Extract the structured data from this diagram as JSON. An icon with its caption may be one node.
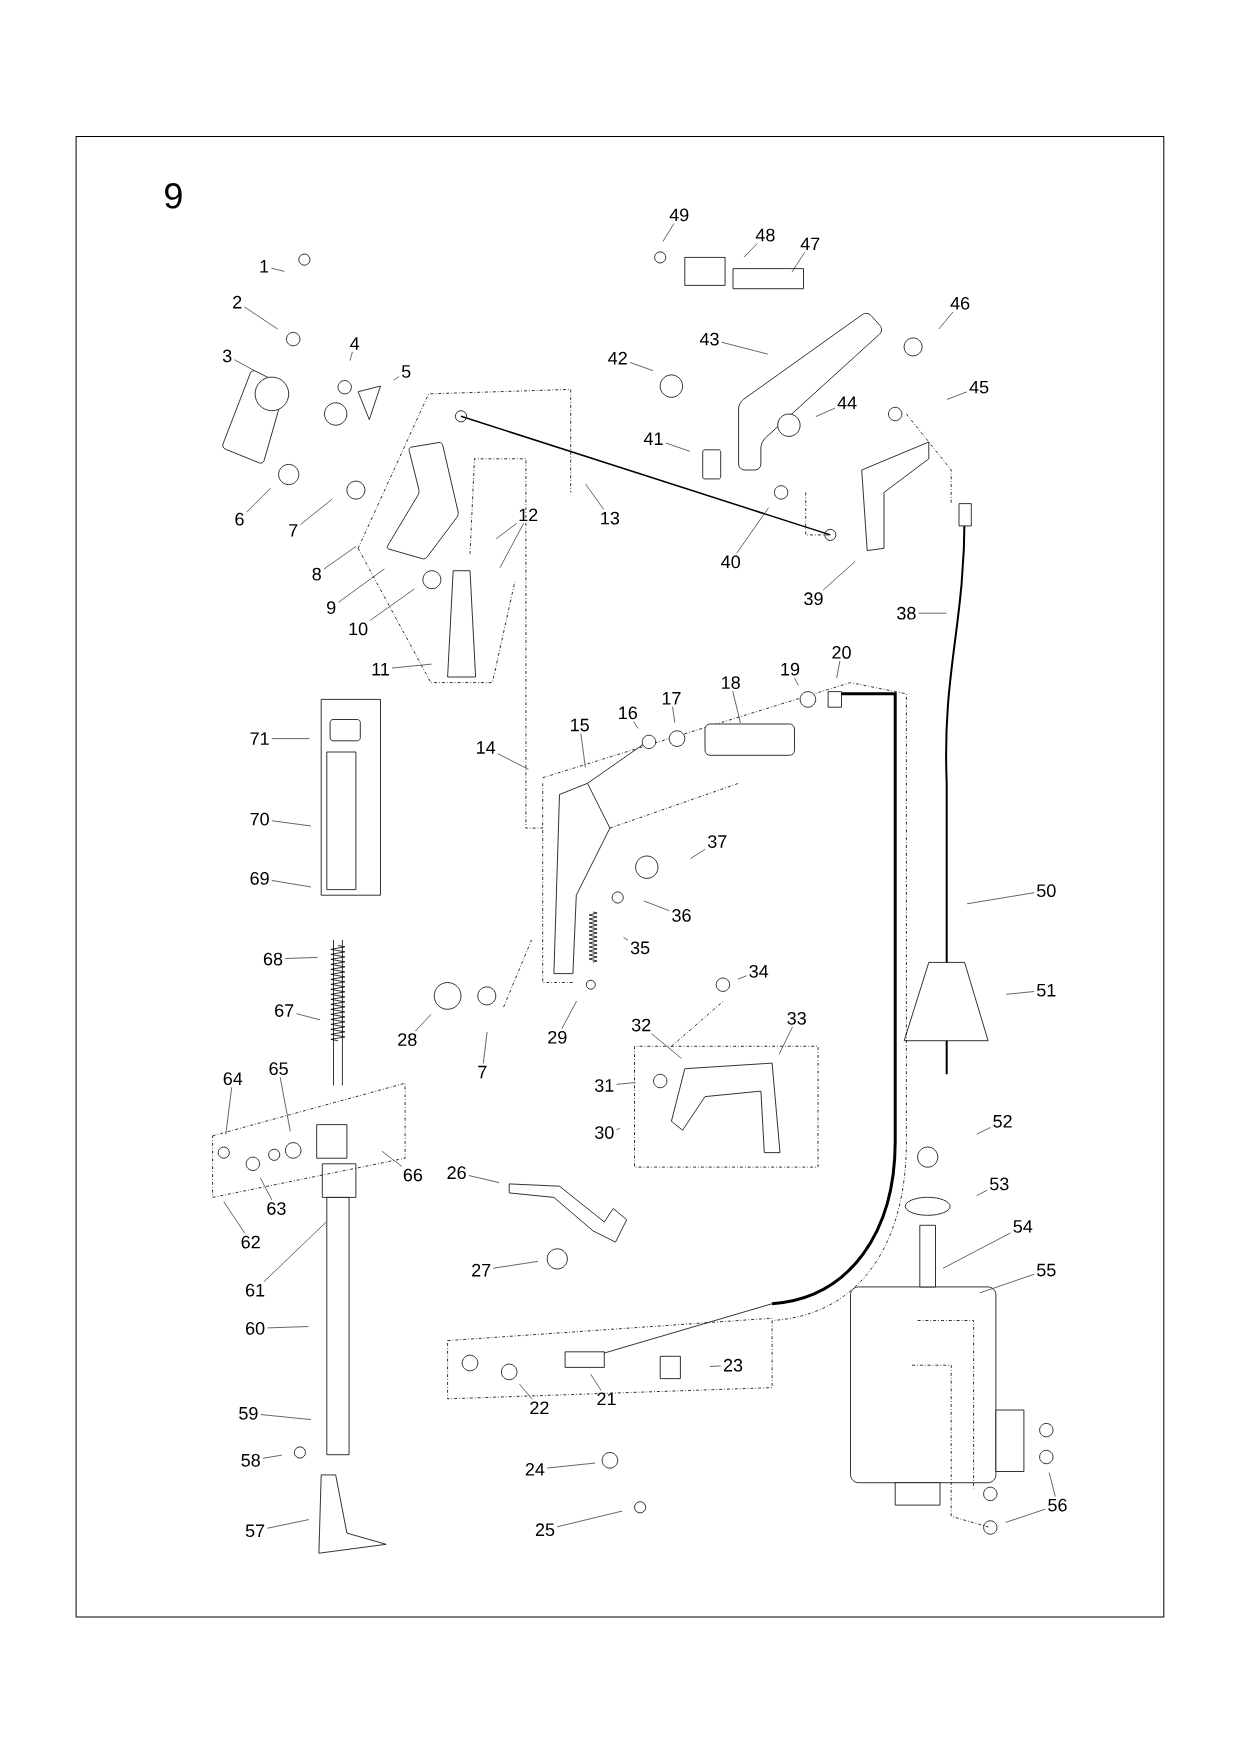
{
  "diagram": {
    "nodes": [
      {
        "text": [
          "1"
        ]
      },
      {
        "text": [
          "2"
        ]
      },
      {
        "text": [
          "3"
        ]
      },
      {
        "text": [
          "4"
        ]
      },
      {
        "text": [
          "5"
        ]
      },
      {
        "text": [
          "6"
        ]
      },
      {
        "text": [
          "7"
        ]
      },
      {
        "text": [
          "8"
        ]
      },
      {
        "text": [
          "9"
        ]
      },
      {
        "text": [
          "10"
        ]
      },
      {
        "text": [
          "11"
        ]
      },
      {
        "text": [
          "12"
        ]
      },
      {
        "text": [
          "13"
        ]
      },
      {
        "text": [
          "14"
        ]
      },
      {
        "text": [
          "15"
        ]
      },
      {
        "text": [
          "16"
        ]
      },
      {
        "text": [
          "17"
        ]
      },
      {
        "text": [
          "18"
        ]
      },
      {
        "text": [
          "19"
        ]
      },
      {
        "text": [
          "20"
        ]
      },
      {
        "text": [
          "21"
        ]
      },
      {
        "text": [
          "22"
        ]
      },
      {
        "text": [
          "23"
        ]
      },
      {
        "text": [
          "24"
        ]
      },
      {
        "text": [
          "25"
        ]
      },
      {
        "text": [
          "26"
        ]
      },
      {
        "text": [
          "27"
        ]
      },
      {
        "text": [
          "28"
        ]
      },
      {
        "text": [
          "29"
        ]
      },
      {
        "text": [
          "30"
        ]
      },
      {
        "text": [
          "31"
        ]
      },
      {
        "text": [
          "32"
        ]
      },
      {
        "text": [
          "33"
        ]
      },
      {
        "text": [
          "34"
        ]
      },
      {
        "text": [
          "35"
        ]
      },
      {
        "text": [
          "36"
        ]
      },
      {
        "text": [
          "37"
        ]
      },
      {
        "text": [
          "38"
        ]
      },
      {
        "text": [
          "39"
        ]
      },
      {
        "text": [
          "40"
        ]
      },
      {
        "text": [
          "41"
        ]
      },
      {
        "text": [
          "42"
        ]
      },
      {
        "text": [
          "43"
        ]
      },
      {
        "text": [
          "44"
        ]
      },
      {
        "text": [
          "45"
        ]
      },
      {
        "text": [
          "46"
        ]
      },
      {
        "text": [
          "47"
        ]
      },
      {
        "text": [
          "48"
        ]
      },
      {
        "text": [
          "49"
        ]
      },
      {
        "text": [
          "50"
        ]
      },
      {
        "text": [
          "51"
        ]
      },
      {
        "text": [
          "52"
        ]
      },
      {
        "text": [
          "53"
        ]
      },
      {
        "text": [
          "54"
        ]
      },
      {
        "text": [
          "55"
        ]
      },
      {
        "text": [
          "56"
        ]
      },
      {
        "text": [
          "57"
        ]
      },
      {
        "text": [
          "58"
        ]
      },
      {
        "text": [
          "59"
        ]
      },
      {
        "text": [
          "60"
        ]
      },
      {
        "text": [
          "61"
        ]
      },
      {
        "text": [
          "62"
        ]
      },
      {
        "text": [
          "63"
        ]
      },
      {
        "text": [
          "64"
        ]
      },
      {
        "text": [
          "65"
        ]
      },
      {
        "text": [
          "66"
        ]
      },
      {
        "text": [
          "67"
        ]
      },
      {
        "text": [
          "68"
        ]
      },
      {
        "text": [
          "69"
        ]
      },
      {
        "text": [
          "70"
        ]
      },
      {
        "text": [
          "71"
        ]
      },
      {
        "text": [
          "7"
        ]
      }
    ],
    "edges": [
      {
        "from": 0,
        "to": null,
        "arrow": "none"
      },
      {
        "from": 1,
        "to": null,
        "arrow": "none"
      },
      {
        "from": 2,
        "to": null,
        "arrow": "none"
      },
      {
        "from": 3,
        "to": null,
        "arrow": "none"
      },
      {
        "from": 4,
        "to": null,
        "arrow": "none"
      },
      {
        "from": 5,
        "to": null,
        "arrow": "none"
      },
      {
        "from": 6,
        "to": null,
        "arrow": "none"
      },
      {
        "from": 7,
        "to": null,
        "arrow": "none"
      },
      {
        "from": 8,
        "to": null,
        "arrow": "none"
      },
      {
        "from": 9,
        "to": null,
        "arrow": "none"
      },
      {
        "from": 10,
        "to": null,
        "arrow": "none"
      },
      {
        "from": 11,
        "to": null,
        "arrow": "none"
      },
      {
        "from": 11,
        "to": null,
        "arrow": "none"
      },
      {
        "from": 12,
        "to": null,
        "arrow": "none"
      },
      {
        "from": 13,
        "to": null,
        "arrow": "none"
      },
      {
        "from": 14,
        "to": null,
        "arrow": "none"
      },
      {
        "from": 15,
        "to": null,
        "arrow": "none"
      },
      {
        "from": 16,
        "to": null,
        "arrow": "none"
      },
      {
        "from": 17,
        "to": null,
        "arrow": "none"
      },
      {
        "from": 18,
        "to": null,
        "arrow": "none"
      },
      {
        "from": 19,
        "to": null,
        "arrow": "none"
      },
      {
        "from": 20,
        "to": null,
        "arrow": "none"
      },
      {
        "from": 21,
        "to": null,
        "arrow": "none"
      },
      {
        "from": 22,
        "to": null,
        "arrow": "none"
      },
      {
        "from": 23,
        "to": null,
        "arrow": "none"
      },
      {
        "from": 24,
        "to": null,
        "arrow": "none"
      },
      {
        "from": 25,
        "to": null,
        "arrow": "none"
      },
      {
        "from": 26,
        "to": null,
        "arrow": "none"
      },
      {
        "from": 27,
        "to": null,
        "arrow": "none"
      },
      {
        "from": 28,
        "to": null,
        "arrow": "none"
      },
      {
        "from": 29,
        "to": null,
        "arrow": "none"
      },
      {
        "from": 30,
        "to": null,
        "arrow": "none"
      },
      {
        "from": 31,
        "to": null,
        "arrow": "none"
      },
      {
        "from": 32,
        "to": null,
        "arrow": "none"
      },
      {
        "from": 33,
        "to": null,
        "arrow": "none"
      },
      {
        "from": 34,
        "to": null,
        "arrow": "none"
      },
      {
        "from": 35,
        "to": null,
        "arrow": "none"
      },
      {
        "from": 36,
        "to": null,
        "arrow": "none"
      },
      {
        "from": 37,
        "to": null,
        "arrow": "none"
      },
      {
        "from": 38,
        "to": null,
        "arrow": "none"
      },
      {
        "from": 39,
        "to": null,
        "arrow": "none"
      },
      {
        "from": 40,
        "to": null,
        "arrow": "none"
      },
      {
        "from": 41,
        "to": null,
        "arrow": "none"
      },
      {
        "from": 42,
        "to": null,
        "arrow": "none"
      },
      {
        "from": 43,
        "to": null,
        "arrow": "none"
      },
      {
        "from": 44,
        "to": null,
        "arrow": "none"
      },
      {
        "from": 45,
        "to": null,
        "arrow": "none"
      },
      {
        "from": 46,
        "to": null,
        "arrow": "none"
      },
      {
        "from": 47,
        "to": null,
        "arrow": "none"
      },
      {
        "from": 48,
        "to": null,
        "arrow": "none"
      },
      {
        "from": 49,
        "to": null,
        "arrow": "none"
      },
      {
        "from": 50,
        "to": null,
        "arrow": "none"
      },
      {
        "from": 51,
        "to": null,
        "arrow": "none"
      },
      {
        "from": 52,
        "to": null,
        "arrow": "none"
      },
      {
        "from": 53,
        "to": null,
        "arrow": "none"
      },
      {
        "from": 54,
        "to": null,
        "arrow": "none"
      },
      {
        "from": 55,
        "to": null,
        "arrow": "none"
      },
      {
        "from": 55,
        "to": null,
        "arrow": "none"
      },
      {
        "from": 56,
        "to": null,
        "arrow": "none"
      },
      {
        "from": 57,
        "to": null,
        "arrow": "none"
      },
      {
        "from": 58,
        "to": null,
        "arrow": "none"
      },
      {
        "from": 59,
        "to": null,
        "arrow": "none"
      },
      {
        "from": 60,
        "to": null,
        "arrow": "none"
      },
      {
        "from": 61,
        "to": null,
        "arrow": "none"
      },
      {
        "from": 62,
        "to": null,
        "arrow": "none"
      },
      {
        "from": 63,
        "to": null,
        "arrow": "none"
      },
      {
        "from": 64,
        "to": null,
        "arrow": "none"
      },
      {
        "from": 65,
        "to": null,
        "arrow": "none"
      },
      {
        "from": 66,
        "to": null,
        "arrow": "none"
      },
      {
        "from": 67,
        "to": null,
        "arrow": "none"
      },
      {
        "from": 68,
        "to": null,
        "arrow": "none"
      },
      {
        "from": 69,
        "to": null,
        "arrow": "none"
      },
      {
        "from": 70,
        "to": null,
        "arrow": "none"
      },
      {
        "from": 71,
        "to": null,
        "arrow": "none"
      }
    ],
    "labels": [
      "9"
    ]
  }
}
